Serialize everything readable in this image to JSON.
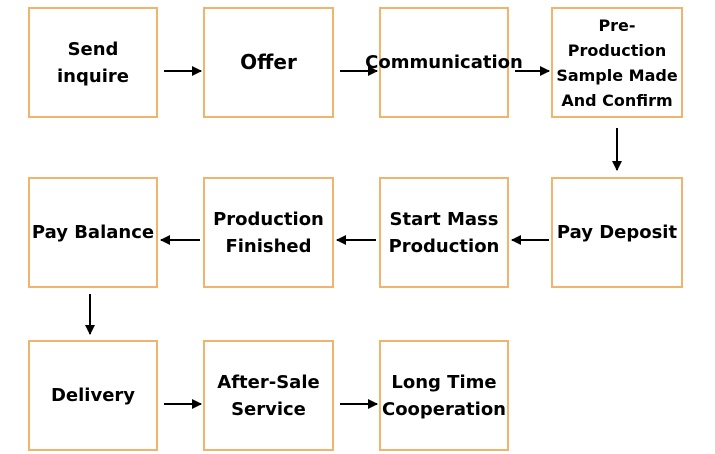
{
  "steps": [
    {
      "id": "send-inquire",
      "label": "Send inquire"
    },
    {
      "id": "offer",
      "label": "Offer"
    },
    {
      "id": "communication",
      "label": "Communication"
    },
    {
      "id": "pre-production",
      "label": "Pre-Production\nSample Made\nAnd Confirm"
    },
    {
      "id": "pay-deposit",
      "label": "Pay Deposit"
    },
    {
      "id": "start-mass-production",
      "label": "Start Mass\nProduction"
    },
    {
      "id": "production-finished",
      "label": "Production\nFinished"
    },
    {
      "id": "pay-balance",
      "label": "Pay Balance"
    },
    {
      "id": "delivery",
      "label": "Delivery"
    },
    {
      "id": "after-sale-service",
      "label": "After-Sale\nService"
    },
    {
      "id": "long-time-cooperation",
      "label": "Long Time\nCooperation"
    }
  ],
  "colors": {
    "box_border": "#f0b46e",
    "arrow": "#000000",
    "text": "#000000"
  }
}
